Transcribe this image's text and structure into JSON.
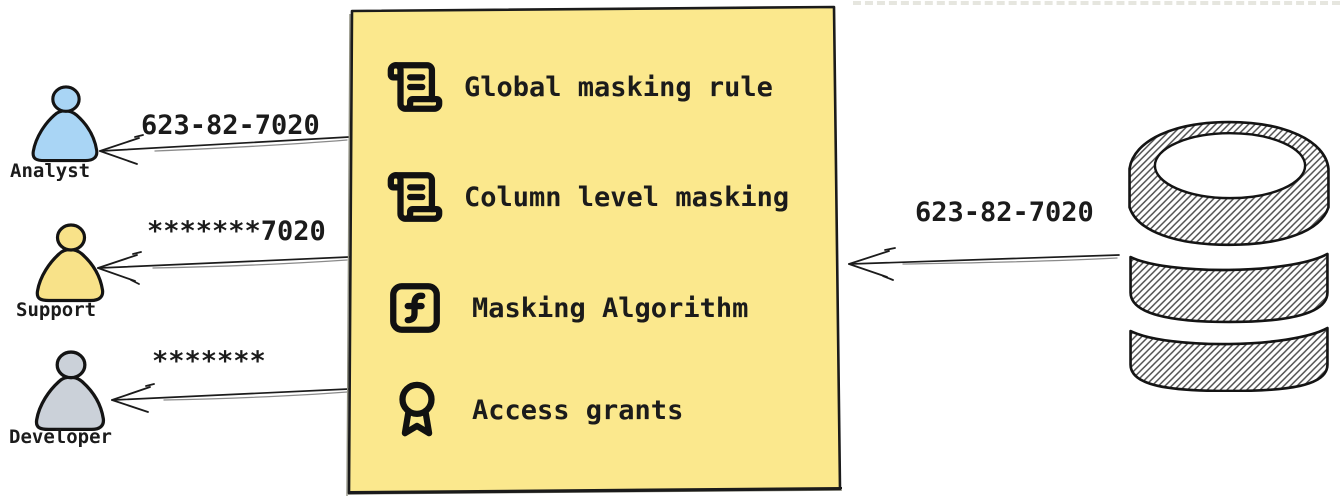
{
  "diagram": {
    "title_hint": "data masking flow",
    "recipients": [
      {
        "name": "Analyst",
        "received_value": "623-82-7020",
        "fill": "#A9D5F5"
      },
      {
        "name": "Support",
        "received_value": "*******7020",
        "fill": "#F8E289"
      },
      {
        "name": "Developer",
        "received_value": "*******",
        "fill": "#CBD1D9"
      }
    ],
    "masking_box": {
      "fill": "#FBE88D",
      "items": [
        {
          "icon": "scroll-icon",
          "label": "Global masking rule"
        },
        {
          "icon": "scroll-icon",
          "label": "Column level masking"
        },
        {
          "icon": "function-square-icon",
          "label": "Masking Algorithm"
        },
        {
          "icon": "award-icon",
          "label": "Access grants"
        }
      ]
    },
    "database": {
      "icon": "database-icon",
      "outgoing_value": "623-82-7020"
    },
    "colors": {
      "stroke": "#161616",
      "background": "#ffffff"
    }
  }
}
